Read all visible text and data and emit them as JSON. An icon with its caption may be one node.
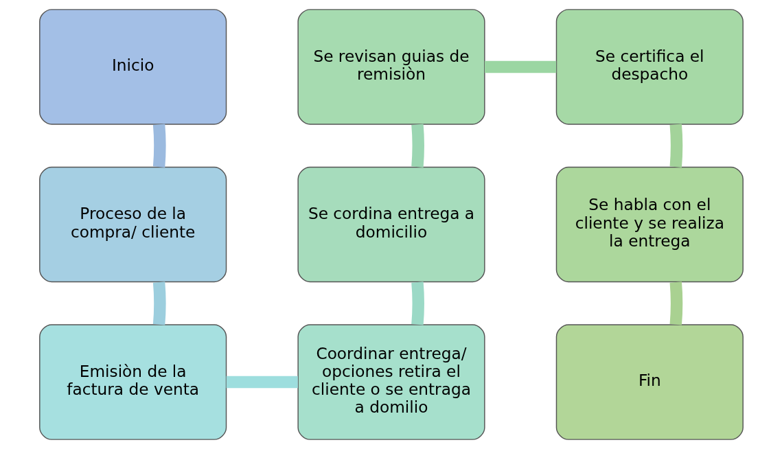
{
  "diagram": {
    "nodes": [
      {
        "text": [
          "Inicio"
        ]
      },
      {
        "text": [
          "Proceso de la compra/ cliente"
        ]
      },
      {
        "text": [
          "Emisiòn de la factura de venta"
        ]
      },
      {
        "text": [
          "Coordinar entrega/ opciones retira el cliente o se entraga a domilio"
        ]
      },
      {
        "text": [
          "Se cordina entrega a domicilio"
        ]
      },
      {
        "text": [
          "Se revisan guias de remisiòn"
        ]
      },
      {
        "text": [
          "Se certifica el despacho"
        ]
      },
      {
        "text": [
          "Se habla con el cliente y se realiza la entrega"
        ]
      },
      {
        "text": [
          "Fin"
        ]
      }
    ],
    "edges": [
      {
        "from": 0,
        "to": 1,
        "arrow": "none"
      },
      {
        "from": 1,
        "to": 2,
        "arrow": "none"
      },
      {
        "from": 2,
        "to": 3,
        "arrow": "none"
      },
      {
        "from": 3,
        "to": 4,
        "arrow": "none"
      },
      {
        "from": 4,
        "to": 5,
        "arrow": "none"
      },
      {
        "from": 5,
        "to": 6,
        "arrow": "none"
      },
      {
        "from": 6,
        "to": 7,
        "arrow": "none"
      },
      {
        "from": 7,
        "to": 8,
        "arrow": "none"
      }
    ]
  }
}
